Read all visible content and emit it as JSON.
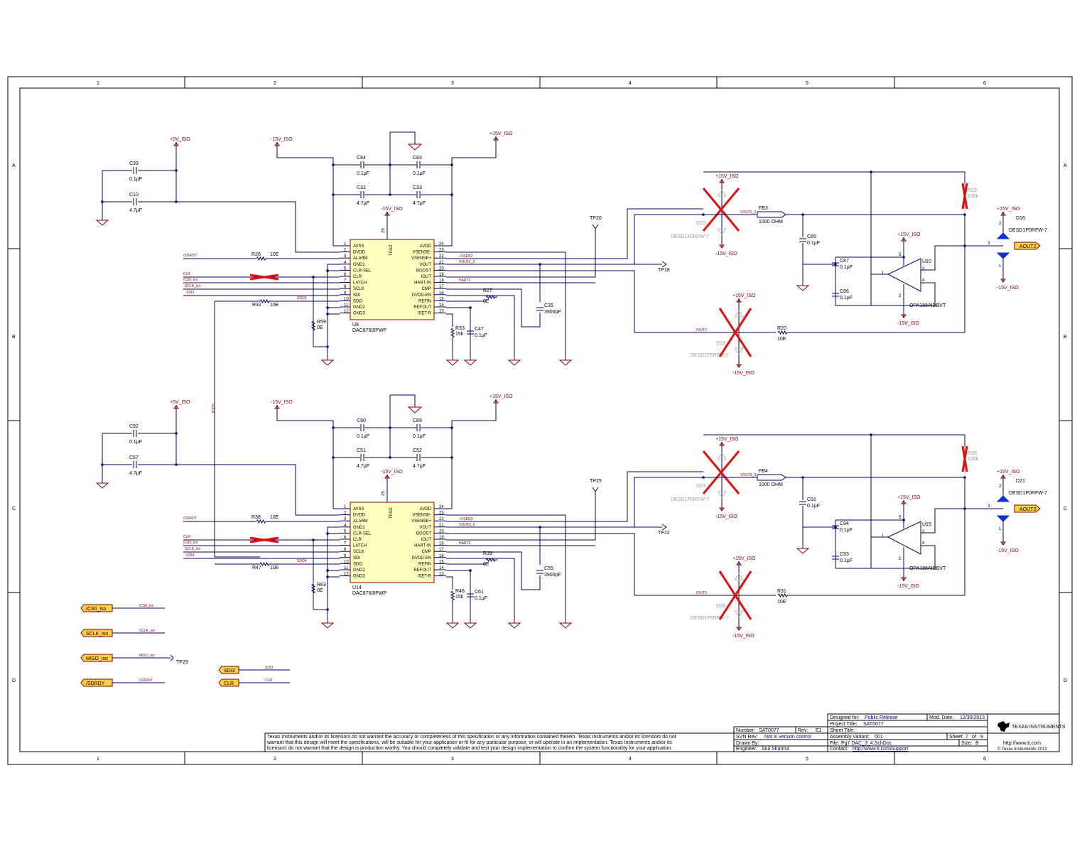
{
  "sheet": {
    "columns": [
      "1",
      "2",
      "3",
      "4",
      "5",
      "6"
    ],
    "rows": [
      "A",
      "B",
      "C",
      "D"
    ]
  },
  "channels": [
    {
      "ic": {
        "ref": "U8",
        "part": "DAC8760IPWP",
        "pad": "TPAD",
        "pad_pin": "25"
      },
      "caps": {
        "c_top_l": {
          "ref": "C84",
          "val": "0.1µF"
        },
        "c_top_r": {
          "ref": "C83",
          "val": "0.1µF"
        },
        "c_mid_l": {
          "ref": "C32",
          "val": "4.7µF"
        },
        "c_mid_r": {
          "ref": "C33",
          "val": "4.7µF"
        },
        "c_dec1": {
          "ref": "C39",
          "val": "0.1µF"
        },
        "c_dec2": {
          "ref": "C10",
          "val": "4.7µF"
        },
        "c_out": {
          "ref": "C35",
          "val": "3900pF"
        },
        "c_iset": {
          "ref": "C47",
          "val": "0.1µF"
        },
        "c_filt": {
          "ref": "C85",
          "val": "0.1µF"
        },
        "c_op1": {
          "ref": "C87",
          "val": "0.1µF"
        },
        "c_op2": {
          "ref": "C86",
          "val": "0.1µF"
        }
      },
      "res": {
        "r_alarm": {
          "ref": "R26",
          "val": "10E"
        },
        "r_sdo": {
          "ref": "R32",
          "val": "10E"
        },
        "r_refin": {
          "ref": "R27",
          "val": "0E"
        },
        "r_iset": {
          "ref": "R33",
          "val": "15k"
        },
        "r_gnd": {
          "ref": "R59",
          "val": "0E"
        },
        "r_iout": {
          "ref": "R20",
          "val": "10E"
        },
        "r_dnp": {
          "ref": "R23",
          "val": "100k"
        }
      },
      "tp_a": "TP20",
      "tp_b": "TP18",
      "fb": {
        "ref": "FB3",
        "val": "1000 OHM"
      },
      "op": {
        "ref": "U10",
        "part": "OPA188AIDBVT"
      },
      "tvs_top": {
        "ref": "D15",
        "part": "DESD1P0RFW-7"
      },
      "tvs_bot": {
        "ref": "D19",
        "part": "DESD1P0RFW-7"
      },
      "tvs_out": {
        "ref": "D16",
        "part": "DESD1P0RFW-7"
      },
      "out_port": "AOUT2",
      "nets": {
        "alarm": "/SDRDY",
        "clr": "CLR",
        "latch": "/CS0_iso",
        "sclk": "SCLK_iso",
        "sdi": "SDI3",
        "sdo": "SDO3",
        "vsense": "+VSEN2",
        "vout": "VOUT2_2",
        "hart": "HART3",
        "iout": "IOUT2",
        "fbnet": "VOUT2_2"
      }
    },
    {
      "ic": {
        "ref": "U14",
        "part": "DAC8760IPWP",
        "pad": "TPAD",
        "pad_pin": "25"
      },
      "caps": {
        "c_top_l": {
          "ref": "C90",
          "val": "0.1µF"
        },
        "c_top_r": {
          "ref": "C89",
          "val": "0.1µF"
        },
        "c_mid_l": {
          "ref": "C51",
          "val": "4.7µF"
        },
        "c_mid_r": {
          "ref": "C52",
          "val": "4.7µF"
        },
        "c_dec1": {
          "ref": "C92",
          "val": "0.1µF"
        },
        "c_dec2": {
          "ref": "C57",
          "val": "4.7µF"
        },
        "c_out": {
          "ref": "C55",
          "val": "3900pF"
        },
        "c_iset": {
          "ref": "C61",
          "val": "0.1µF"
        },
        "c_filt": {
          "ref": "C91",
          "val": "0.1µF"
        },
        "c_op1": {
          "ref": "C94",
          "val": "0.1µF"
        },
        "c_op2": {
          "ref": "C93",
          "val": "0.1µF"
        }
      },
      "res": {
        "r_alarm": {
          "ref": "R38",
          "val": "10E"
        },
        "r_sdo": {
          "ref": "R47",
          "val": "10E"
        },
        "r_refin": {
          "ref": "R39",
          "val": "0E"
        },
        "r_iset": {
          "ref": "R46",
          "val": "15k"
        },
        "r_gnd": {
          "ref": "R63",
          "val": "0E"
        },
        "r_iout": {
          "ref": "R31",
          "val": "10E"
        },
        "r_dnp": {
          "ref": "R36",
          "val": "100k"
        }
      },
      "tp_a": "TP25",
      "tp_b": "TP22",
      "fb": {
        "ref": "FB4",
        "val": "1000 OHM"
      },
      "op": {
        "ref": "U15",
        "part": "OPA188AIDBVT"
      },
      "tvs_top": {
        "ref": "D23",
        "part": "DESD1P0RFW-7"
      },
      "tvs_bot": {
        "ref": "D24",
        "part": "DESD1P0RFW-7"
      },
      "tvs_out": {
        "ref": "D21",
        "part": "DESD1P0RFW-7"
      },
      "out_port": "AOUT3",
      "nets": {
        "alarm": "/SDRDY",
        "clr": "CLR",
        "latch": "/CS0_iso",
        "sclk": "SCLK_iso",
        "sdi": "SDI4",
        "sdo": "SDO4",
        "vsense": "+VSEN3",
        "vout": "VOUT3_3",
        "hart": "HART3",
        "iout": "IOUT3",
        "fbnet": "VOUT3_3"
      }
    }
  ],
  "pins_left": [
    {
      "num": "1",
      "name": "AVSS"
    },
    {
      "num": "2",
      "name": "DVDD"
    },
    {
      "num": "3",
      "name": "ALARM"
    },
    {
      "num": "4",
      "name": "GND1"
    },
    {
      "num": "5",
      "name": "CLR-SEL"
    },
    {
      "num": "6",
      "name": "CLR"
    },
    {
      "num": "7",
      "name": "LATCH"
    },
    {
      "num": "8",
      "name": "SCLK"
    },
    {
      "num": "9",
      "name": "SDI"
    },
    {
      "num": "10",
      "name": "SDO"
    },
    {
      "num": "11",
      "name": "GND2"
    },
    {
      "num": "12",
      "name": "GND3"
    }
  ],
  "pins_right": [
    {
      "num": "24",
      "name": "AVDD"
    },
    {
      "num": "23",
      "name": "VSENSE-"
    },
    {
      "num": "22",
      "name": "VSENSE+"
    },
    {
      "num": "21",
      "name": "VOUT"
    },
    {
      "num": "20",
      "name": "BOOST"
    },
    {
      "num": "19",
      "name": "IOUT"
    },
    {
      "num": "18",
      "name": "HART-IN"
    },
    {
      "num": "17",
      "name": "CMP"
    },
    {
      "num": "16",
      "name": "DVDD-EN"
    },
    {
      "num": "15",
      "name": "REFIN"
    },
    {
      "num": "14",
      "name": "REFOUT"
    },
    {
      "num": "13",
      "name": "ISET-R"
    }
  ],
  "rails": {
    "p5": "+5V_ISO",
    "m15": "-15V_ISO",
    "p15": "+15V_ISO"
  },
  "op_pins": {
    "p1": "1",
    "p2": "2",
    "p3": "3",
    "p4": "4",
    "p5": "5"
  },
  "diode_pins": {
    "a": "1",
    "b": "2",
    "k": "3"
  },
  "sdo4_vertical": "SDO4",
  "ports": [
    {
      "label": "/CS0_iso",
      "net": "/CS0_iso"
    },
    {
      "label": "SCLK_iso",
      "net": "SCLK_iso"
    },
    {
      "label": "MISO_iso",
      "net": "MISO_iso"
    },
    {
      "label": "/SDRDY",
      "net": "/SDRDY"
    }
  ],
  "ports_mid": [
    {
      "label": "SDI3",
      "net": "SDI3"
    },
    {
      "label": "CLR",
      "net": "CLR"
    }
  ],
  "tp29": "TP29",
  "miso_net": "MISO_iso",
  "title_block": {
    "disclaimer_1": "Texas Instruments and/or its licensors do not warrant the accuracy or completeness of this specification or any information contained therein. Texas Instruments and/or its licensors do not",
    "disclaimer_2": "warrant that this design will meet the specifications, will be suitable for your application or fit for any particular purpose, or will operate in an implementation. Texas Instruments and/or its",
    "disclaimer_3": "licensors do not warrant that the design is production worthy.  You should completely validate and test your design implementation to confirm the system functionality for your application.",
    "number_label": "Number:",
    "number": "SAT0077",
    "rev_label": "Rev:",
    "rev": "E1",
    "svn_label": "SVN Rev:",
    "svn": "Not in version control",
    "drawn_label": "Drawn By:",
    "eng_label": "Engineer:",
    "engineer": "Atul Sharma",
    "designed_label": "Designed for:",
    "designed": "Public Release",
    "moddate_label": "Mod. Date:",
    "moddate": "12/30/2013",
    "project_label": "Project Title:",
    "project": "SAT0077",
    "sheettitle_label": "Sheet Title:",
    "variant_label": "Assembly Variant:",
    "variant": "001",
    "sheet_label": "Sheet:",
    "sheet": "7",
    "of_label": "of",
    "sheets": "9",
    "file_label": "File:",
    "file": "Pg7 DAC_3_4.SchDoc",
    "size_label": "Size:",
    "size": "B",
    "contact_label": "Contact:",
    "contact": "http://www.ti.com/support",
    "logo_text": "TEXAS INSTRUMENTS",
    "url": "http://www.ti.com",
    "copyright": "© Texas Instruments  2013"
  }
}
